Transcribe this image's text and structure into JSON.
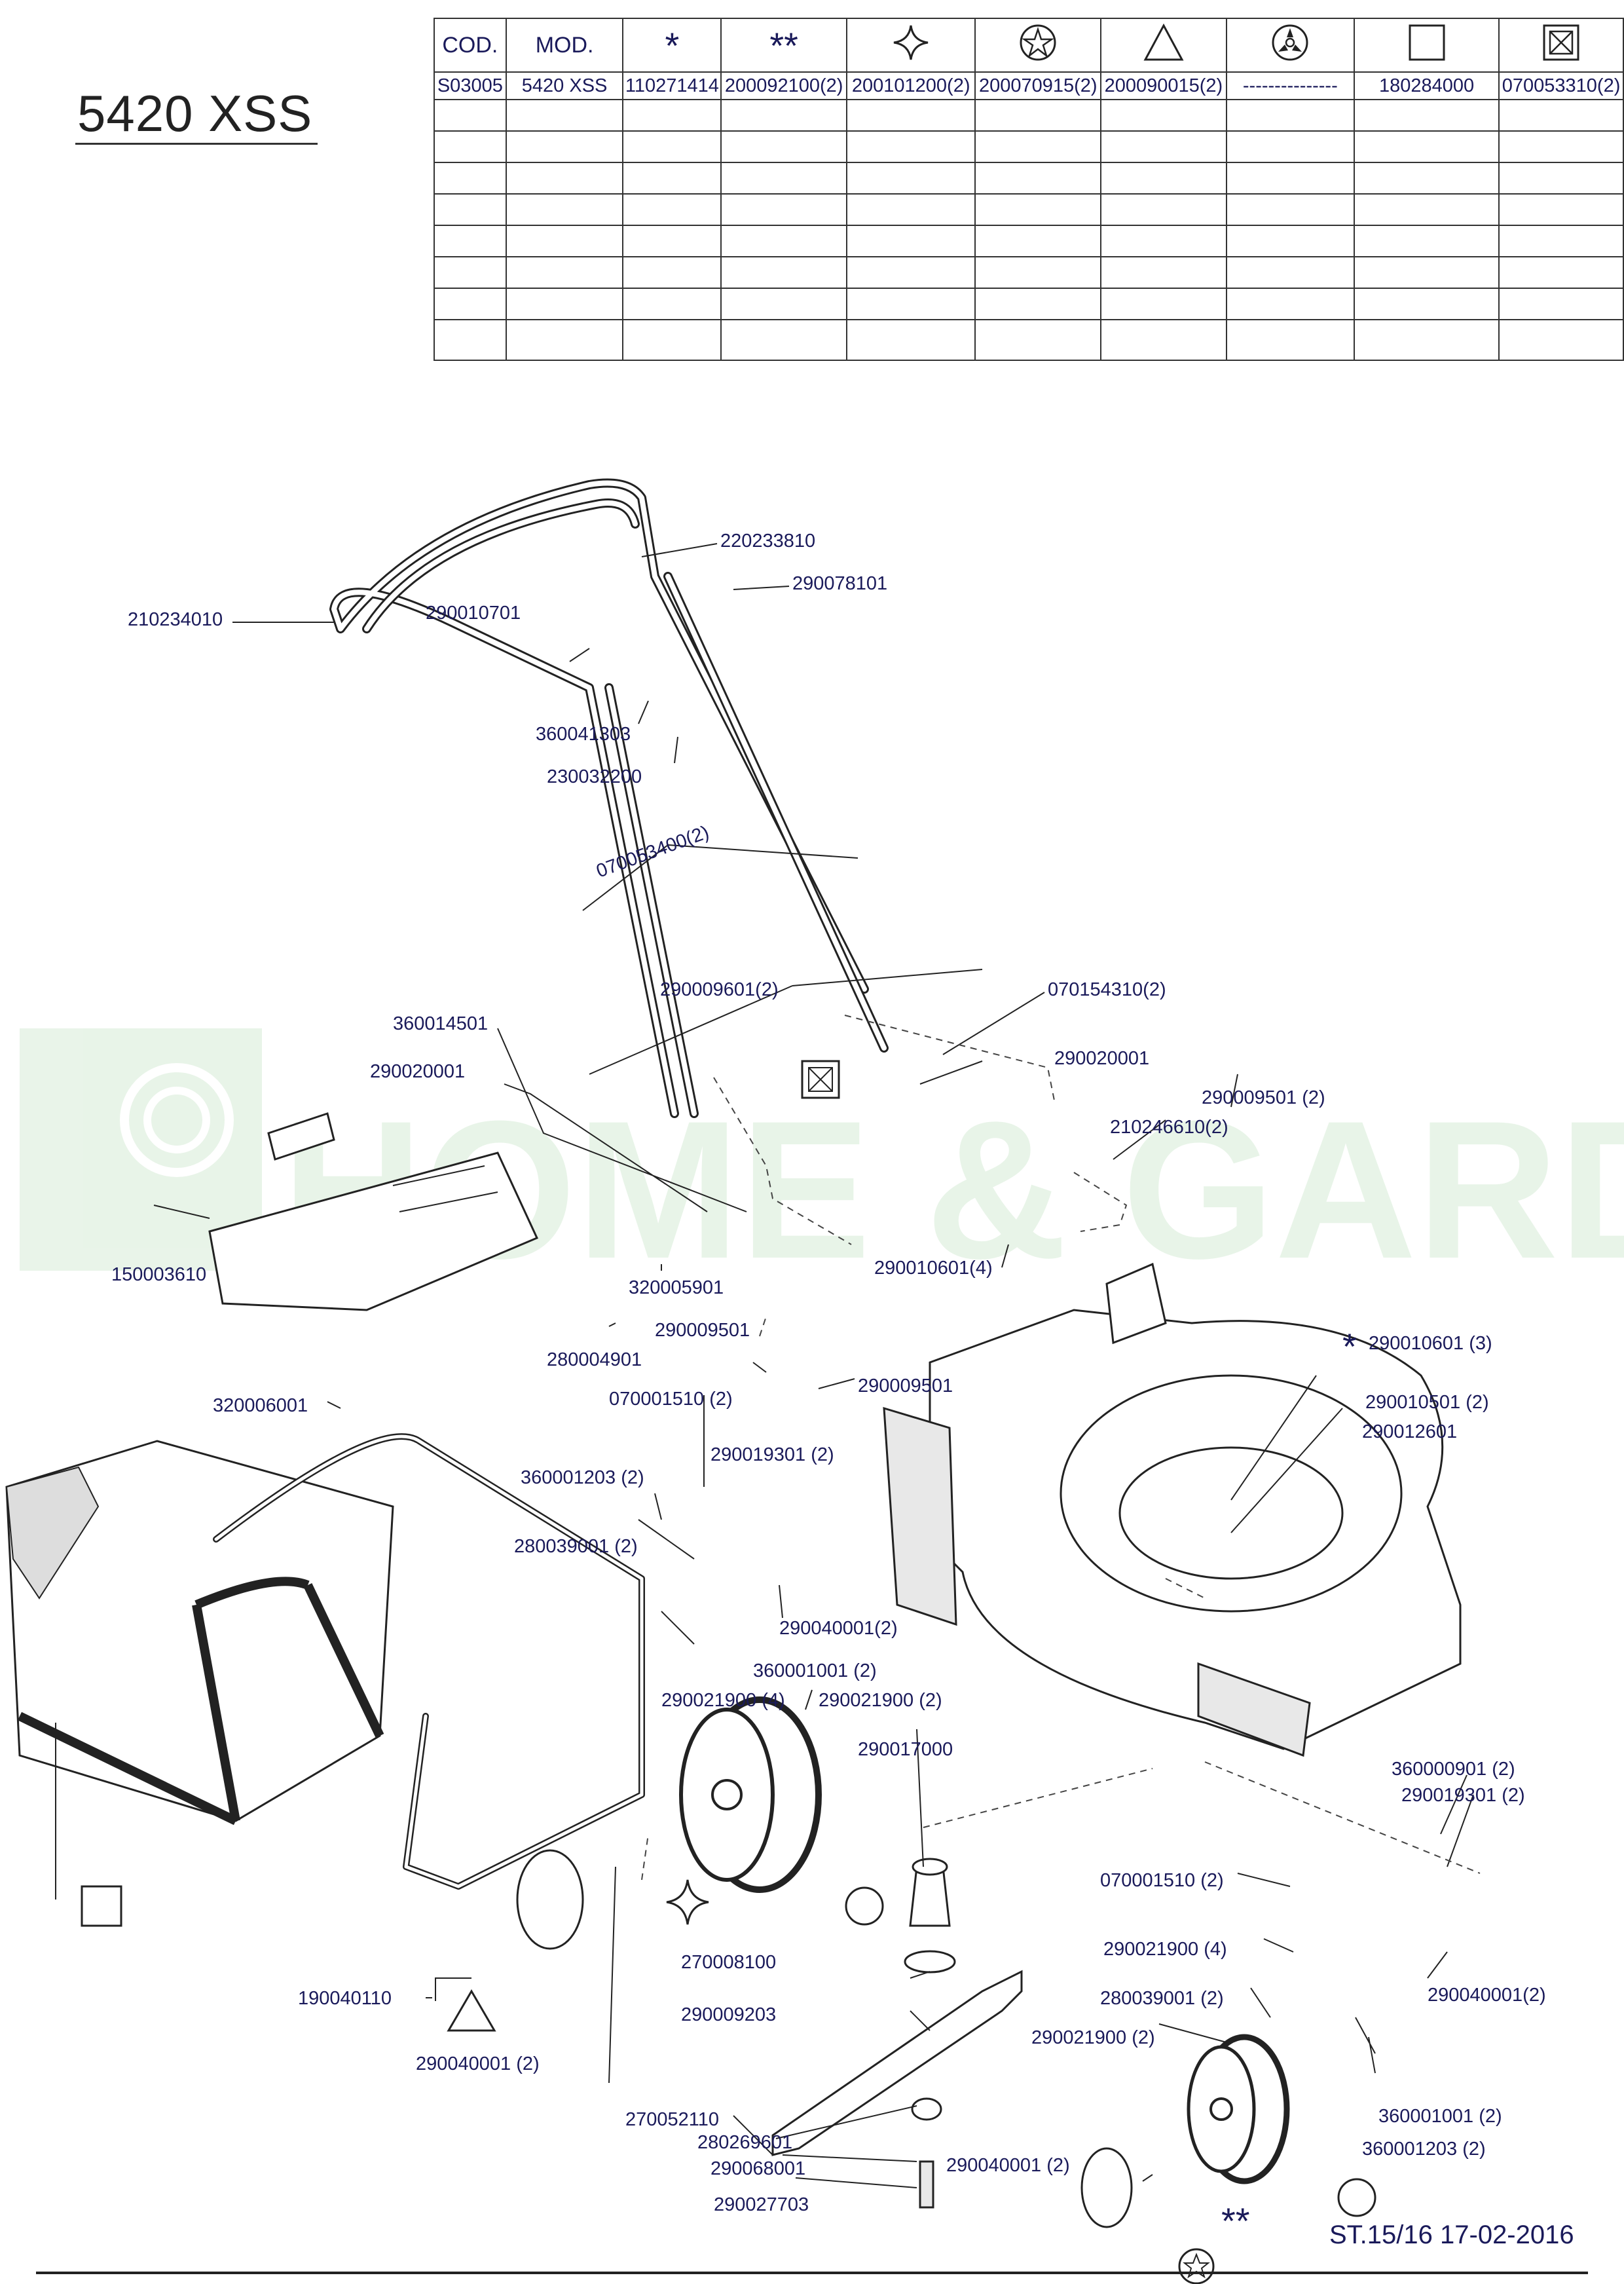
{
  "model_title": "5420 XSS",
  "table": {
    "headers": [
      "COD.",
      "MOD.",
      "*",
      "**",
      "sparkle-symbol",
      "star-circle-symbol",
      "triangle-symbol",
      "hub-circle-symbol",
      "square-symbol",
      "crossed-square-symbol"
    ],
    "header_text": [
      "COD.",
      "MOD.",
      "*",
      "**",
      "",
      "",
      "",
      "",
      "",
      ""
    ],
    "row": [
      "S03005",
      "5420 XSS",
      "110271414",
      "200092100(2)",
      "200101200(2)",
      "200070915(2)",
      "200090015(2)",
      "---------------",
      "180284000",
      "070053310(2)"
    ],
    "empty_rows": 8
  },
  "watermark": "HOME & GARDEN",
  "labels": {
    "l220233810": "220233810",
    "l290078101": "290078101",
    "l210234010": "210234010",
    "l290010701": "290010701",
    "l360041303": "360041303",
    "l230032200": "230032200",
    "l070053400": "070053400(2)",
    "l290009601": "290009601(2)",
    "l070154310": "070154310(2)",
    "l360014501": "360014501",
    "l290020001a": "290020001",
    "l290020001b": "290020001",
    "l210246610": "210246610(2)",
    "l290009501_2": "290009501 (2)",
    "l150003610": "150003610",
    "l320005901": "320005901",
    "l290010601_4": "290010601(4)",
    "l290009501a": "290009501",
    "l280004901": "280004901",
    "l290009501b": "290009501",
    "l320006001": "320006001",
    "l070001510a": "070001510 (2)",
    "l290010601_3": "290010601 (3)",
    "l290010501": "290010501 (2)",
    "l290012601": "290012601",
    "l290019301a": "290019301 (2)",
    "l360001203a": "360001203 (2)",
    "l280039001a": "280039001 (2)",
    "l290040001a": "290040001(2)",
    "l360001001a": "360001001 (2)",
    "l290021900_4a": "290021900 (4)",
    "l290021900a": "290021900 (2)",
    "l290017000": "290017000",
    "l360000901": "360000901 (2)",
    "l290019301b": "290019301 (2)",
    "l070001510b": "070001510 (2)",
    "l290021900_4b": "290021900 (4)",
    "l280039001b": "280039001 (2)",
    "l290040001b": "290040001(2)",
    "l290021900b": "290021900 (2)",
    "l270008100": "270008100",
    "l290009203": "290009203",
    "l190040110": "190040110",
    "l290040001c": "290040001 (2)",
    "l270052110": "270052110",
    "l280269601": "280269601",
    "l290068001": "290068001",
    "l290040001d": "290040001 (2)",
    "l290027703": "290027703",
    "l360001001b": "360001001 (2)",
    "l360001203b": "360001203 (2)",
    "star_single": "*",
    "star_double": "**"
  },
  "footer": "ST.15/16  17-02-2016",
  "colors": {
    "ink": "#1a1a5a",
    "line": "#222222",
    "watermark": "#cfe8cf"
  }
}
